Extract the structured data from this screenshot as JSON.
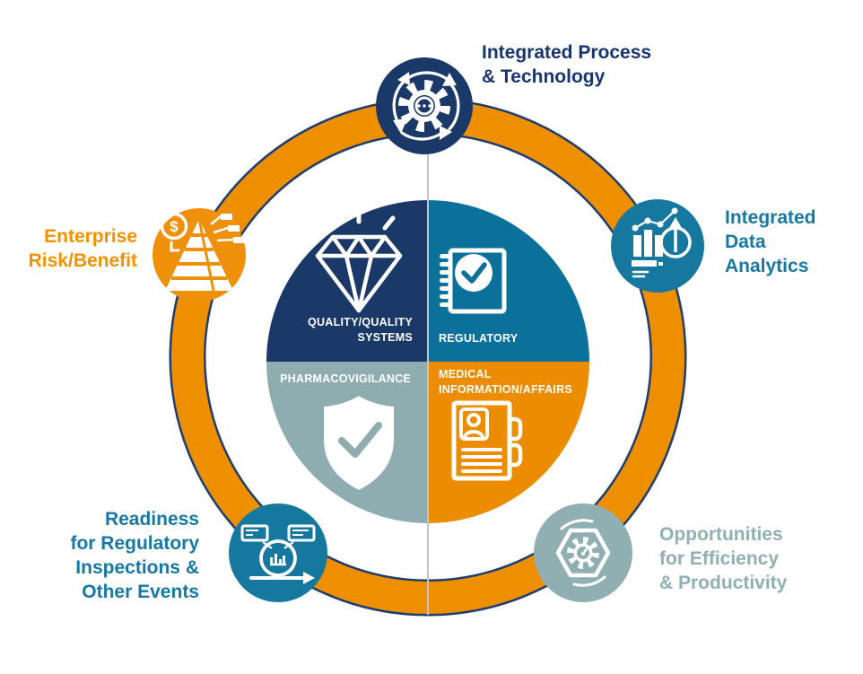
{
  "diagram": {
    "description": "GxP operations wheel with four central quadrants and five orbit nodes",
    "colors": {
      "ring_orange": "#EE8F00",
      "ring_edge_navy": "#1F3D6D",
      "divider_gray": "#BFC5CB",
      "white": "#FFFFFF"
    },
    "center_wheel": {
      "quadrants": [
        {
          "id": "quality",
          "lines": [
            "QUALITY/QUALITY",
            "SYSTEMS"
          ],
          "color": "#1B3968",
          "icon": "diamond-sparkle-icon"
        },
        {
          "id": "regulatory",
          "lines": [
            "REGULATORY"
          ],
          "color": "#0B719B",
          "icon": "notebook-check-icon"
        },
        {
          "id": "pharmacovigilance",
          "lines": [
            "PHARMACOVIGILANCE"
          ],
          "color": "#8FADB1",
          "icon": "shield-check-icon"
        },
        {
          "id": "medical",
          "lines": [
            "MEDICAL",
            "INFORMATION/AFFAIRS"
          ],
          "color": "#EC8C00",
          "icon": "document-person-icon"
        }
      ]
    },
    "nodes": [
      {
        "id": "process-technology",
        "lines": [
          "Integrated Process",
          "& Technology"
        ],
        "circle_color": "#1B3968",
        "label_color": "#17356E",
        "icon": "gear-sync-arrows-icon"
      },
      {
        "id": "data-analytics",
        "lines": [
          "Integrated",
          "Data",
          "Analytics"
        ],
        "circle_color": "#16789E",
        "label_color": "#1779A3",
        "icon": "analytics-growth-icon"
      },
      {
        "id": "enterprise-risk",
        "lines": [
          "Enterprise",
          "Risk/Benefit"
        ],
        "circle_color": "#EE9009",
        "label_color": "#F39200",
        "icon": "pyramid-dollar-icon",
        "icon_dollar": "$"
      },
      {
        "id": "inspection-readiness",
        "lines": [
          "Readiness",
          "for Regulatory",
          "Inspections &",
          "Other Events"
        ],
        "circle_color": "#16789E",
        "label_color": "#1779A3",
        "icon": "inspection-loop-icon"
      },
      {
        "id": "efficiency-productivity",
        "lines": [
          "Opportunities",
          "for Efficiency",
          "& Productivity"
        ],
        "circle_color": "#8FAFB2",
        "label_color": "#8FB0B4",
        "icon": "gear-gauge-hexagon-icon"
      }
    ]
  }
}
